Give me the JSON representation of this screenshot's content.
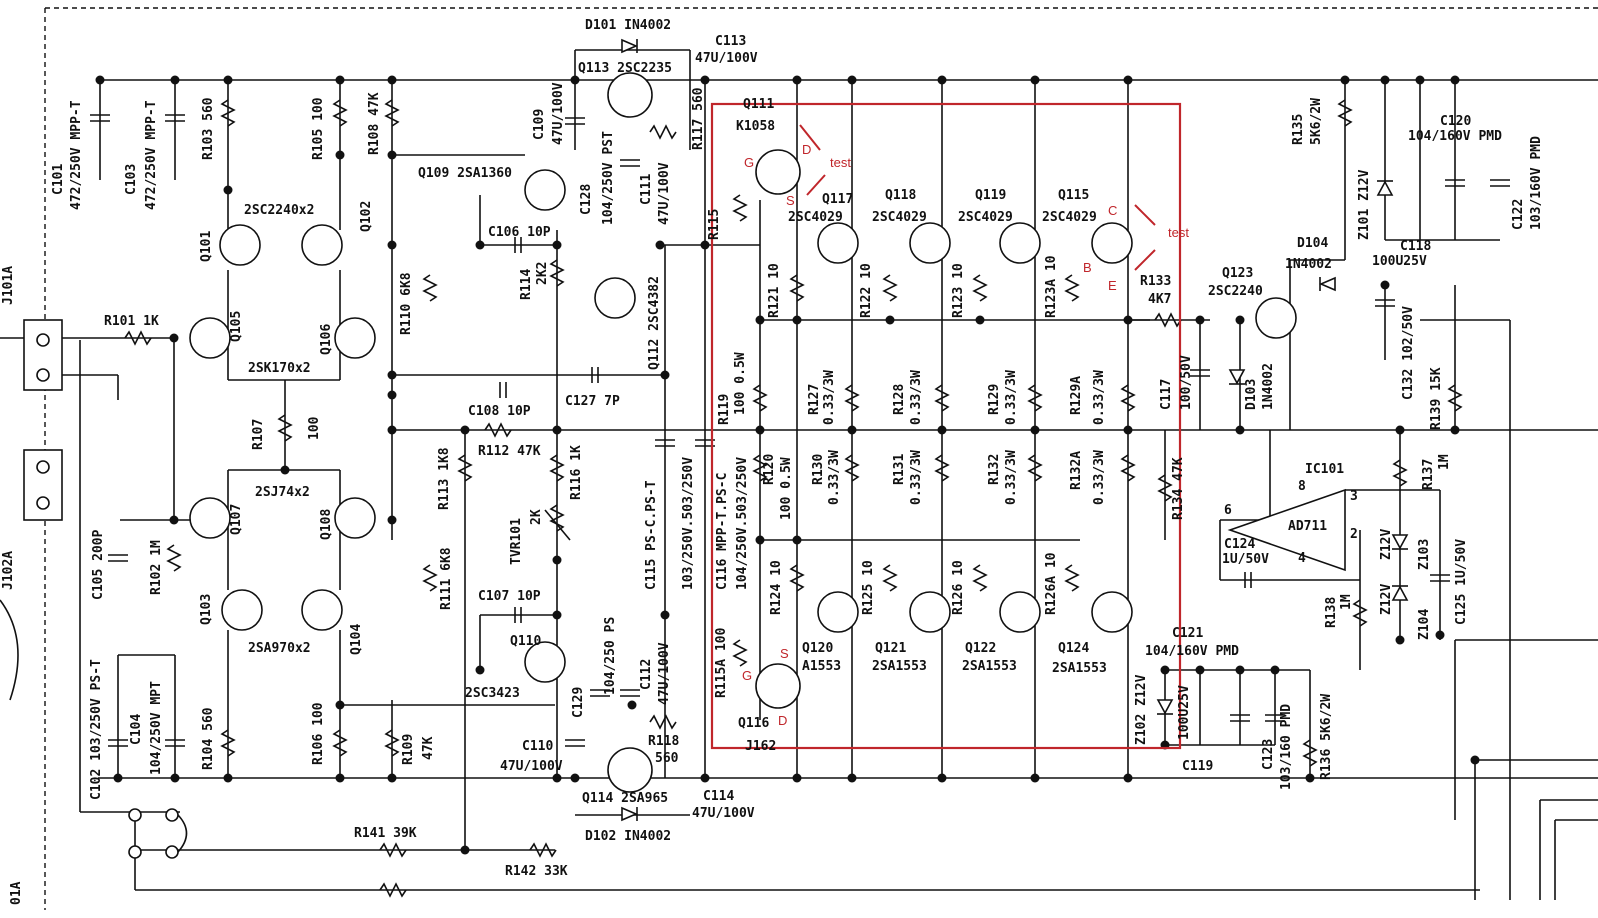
{
  "connectors": {
    "j101a": "J101A",
    "j102a": "J102A",
    "j101a_bottom": "01A"
  },
  "inputs": {
    "r101": "R101  1K",
    "c101": "C101",
    "c101_val": "472/250V MPP-T",
    "c103": "C103",
    "c103_val": "472/250V MPP-T",
    "r103": "R103  560",
    "r105": "R105  100",
    "r108": "R108  47K",
    "q101": "Q101",
    "q102": "Q102",
    "q101_102_pair": "2SC2240x2",
    "q105": "Q105",
    "q106": "Q106",
    "q105_106_pair": "2SK170x2",
    "r107": "R107",
    "r107_val": "100",
    "q107": "Q107",
    "q108": "Q108",
    "q107_108_pair": "2SJ74x2",
    "q103": "Q103",
    "q104": "Q104",
    "q103_104_pair": "2SA970x2",
    "c105": "C105  200P",
    "r102": "R102  1M",
    "c102": "C102  103/250V PS-T",
    "c104": "C104",
    "c104_val": "104/250V MPT",
    "r104": "R104  560",
    "r106": "R106  100",
    "r109": "R109",
    "r109_val": "47K",
    "r110": "R110  6K8",
    "r111": "R111  6K8",
    "r113": "R113  1K8",
    "r112": "R112  47K",
    "c108": "C108  10P",
    "c127": "C127  7P"
  },
  "driver": {
    "q109": "Q109  2SA1360",
    "c106": "C106  10P",
    "r114": "R114",
    "r114_val": "2K2",
    "q112": "Q112  2SC4382",
    "r116": "R116  1K",
    "tvr101": "TVR101",
    "tvr101_val": "2K",
    "c107": "C107  10P",
    "q110": "Q110",
    "q110_part": "2SC3423",
    "c109": "C109",
    "c109_val": "47U/100V",
    "c128": "C128",
    "c128_val": "104/250V PST",
    "c111": "C111",
    "c111_val": "47U/100V",
    "q113": "Q113  2SC2235",
    "d101": "D101  IN4002",
    "c113": "C113",
    "c113_val": "47U/100V",
    "r117": "R117  560",
    "c115": "C115  PS-C.PS-T",
    "c115_val": "103/250V.503/250V",
    "c116": "C116  MPP-T.PS-C",
    "c116_val": "104/250V.503/250V",
    "c129": "C129",
    "c129_val": "104/250 PS",
    "c112": "C112",
    "c112_val": "47U/100V",
    "r118": "R118",
    "r118_val": "560",
    "c110": "C110",
    "c110_val": "47U/100V",
    "q114": "Q114  2SA965",
    "d102": "D102  IN4002",
    "c114": "C114",
    "c114_val": "47U/100V",
    "r115": "R115"
  },
  "output_stage": {
    "q111": "Q111",
    "q111_part": "K1058",
    "q117": "Q117",
    "q117_part": "2SC4029",
    "q118": "Q118",
    "q118_part": "2SC4029",
    "q119": "Q119",
    "q119_part": "2SC4029",
    "q115": "Q115",
    "q115_part": "2SC4029",
    "r121": "R121  10",
    "r122": "R122  10",
    "r123": "R123  10",
    "r123a": "R123A  10",
    "r119": "R119",
    "r119_val": "100  0.5W",
    "r127": "R127",
    "r127_val": "0.33/3W",
    "r128": "R128",
    "r128_val": "0.33/3W",
    "r129": "R129",
    "r129_val": "0.33/3W",
    "r129a": "R129A",
    "r129a_val": "0.33/3W",
    "r120": "R120",
    "r120_val": "100  0.5W",
    "r130": "R130",
    "r130_val": "0.33/3W",
    "r131": "R131",
    "r131_val": "0.33/3W",
    "r132": "R132",
    "r132_val": "0.33/3W",
    "r132a": "R132A",
    "r132a_val": "0.33/3W",
    "r124": "R124  10",
    "r125": "R125  10",
    "r126": "R126  10",
    "r126a": "R126A  10",
    "r115a": "R115A  100",
    "q120": "Q120",
    "q120_part": "A1553",
    "q121": "Q121",
    "q121_part": "2SA1553",
    "q122": "Q122",
    "q122_part": "2SA1553",
    "q124": "Q124",
    "q124_part": "2SA1553",
    "q116": "Q116",
    "q116_part": "J162"
  },
  "servo": {
    "r133": "R133",
    "r133_val": "4K7",
    "q123": "Q123",
    "q123_part": "2SC2240",
    "d104": "D104",
    "d104_part": "1N4002",
    "r135": "R135",
    "r135_val": "5K6/2W",
    "c120": "C120",
    "c120_val": "104/160V PMD",
    "z101": "Z101  Z12V",
    "c118": "C118",
    "c118_val": "100U25V",
    "c122": "C122",
    "c122_val": "103/160V PMD",
    "c132": "C132  102/50V",
    "r139": "R139  15K",
    "c117": "C117",
    "c117_val": "100/50V",
    "d103": "D103",
    "d103_part": "1N4002",
    "r134": "R134  47K",
    "ic101": "IC101",
    "ic_part": "AD711",
    "pin6": "6",
    "pin8": "8",
    "pin3": "3",
    "pin2": "2",
    "pin4": "4",
    "r137": "R137",
    "r137_val": "1M",
    "z103": "Z103",
    "z103_val": "Z12V",
    "z104": "Z104",
    "z104_val": "Z12V",
    "c125": "C125  1U/50V",
    "c124": "C124",
    "c124_val": "1U/50V",
    "r138": "R138",
    "r138_val": "1M",
    "c121": "C121",
    "c121_val": "104/160V PMD",
    "z102": "Z102  Z12V",
    "z102_cap": "100U25V",
    "c119": "C119",
    "c123": "C123",
    "c123_val": "103/160 PMD",
    "r136": "R136  5K6/2W",
    "r141": "R141  39K",
    "r142": "R142  33K"
  },
  "annotations": {
    "test_1": "test",
    "test_2": "test",
    "pin_d_top": "D",
    "pin_g_top": "G",
    "pin_s_top": "S",
    "pin_c": "C",
    "pin_b": "B",
    "pin_e": "E",
    "pin_s_bot": "S",
    "pin_g_bot": "G",
    "pin_d_bot": "D",
    "highlight_color": "#c0262b"
  }
}
